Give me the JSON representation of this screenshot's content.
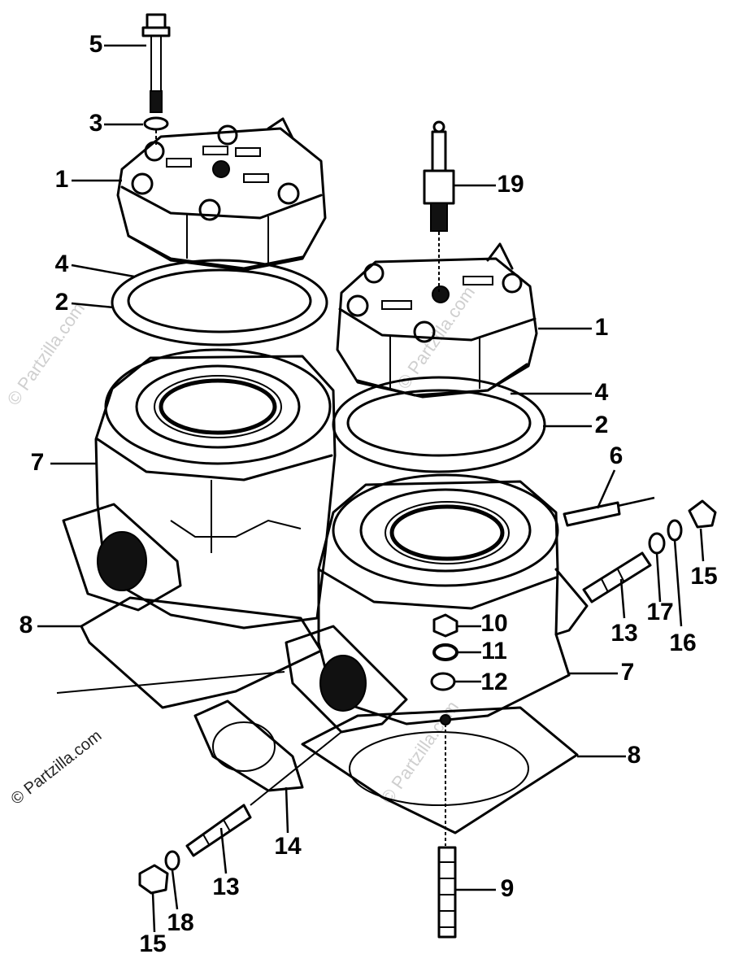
{
  "watermarks": [
    "© Partzilla.com",
    "© Partzilla.com",
    "© Partzilla.com",
    "© Partzilla.com"
  ],
  "callouts": [
    "5",
    "3",
    "1",
    "19",
    "4",
    "2",
    "1",
    "4",
    "2",
    "7",
    "6",
    "15",
    "16",
    "17",
    "13",
    "10",
    "11",
    "12",
    "7",
    "8",
    "8",
    "14",
    "13",
    "9",
    "18",
    "15"
  ]
}
